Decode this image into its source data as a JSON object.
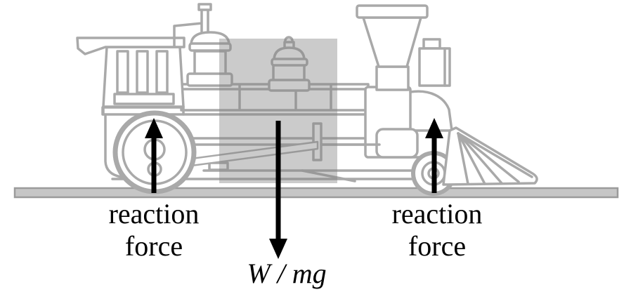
{
  "diagram": {
    "title": "locomotive free-body force diagram",
    "labels": {
      "left_reaction": {
        "line1": "reaction",
        "line2": "force"
      },
      "right_reaction": {
        "line1": "reaction",
        "line2": "force"
      },
      "weight": "W / mg"
    },
    "arrows": [
      {
        "name": "left-reaction-arrow",
        "direction": "up"
      },
      {
        "name": "weight-arrow",
        "direction": "down"
      },
      {
        "name": "right-reaction-arrow",
        "direction": "up"
      }
    ],
    "colors": {
      "background": "#ffffff",
      "outline": "#a9a9a9",
      "ground_fill": "#c6c6c6",
      "ground_border": "#9b9b9b",
      "highlight": "rgba(132,132,132,0.42)",
      "arrow": "#000000",
      "text": "#000000"
    }
  }
}
